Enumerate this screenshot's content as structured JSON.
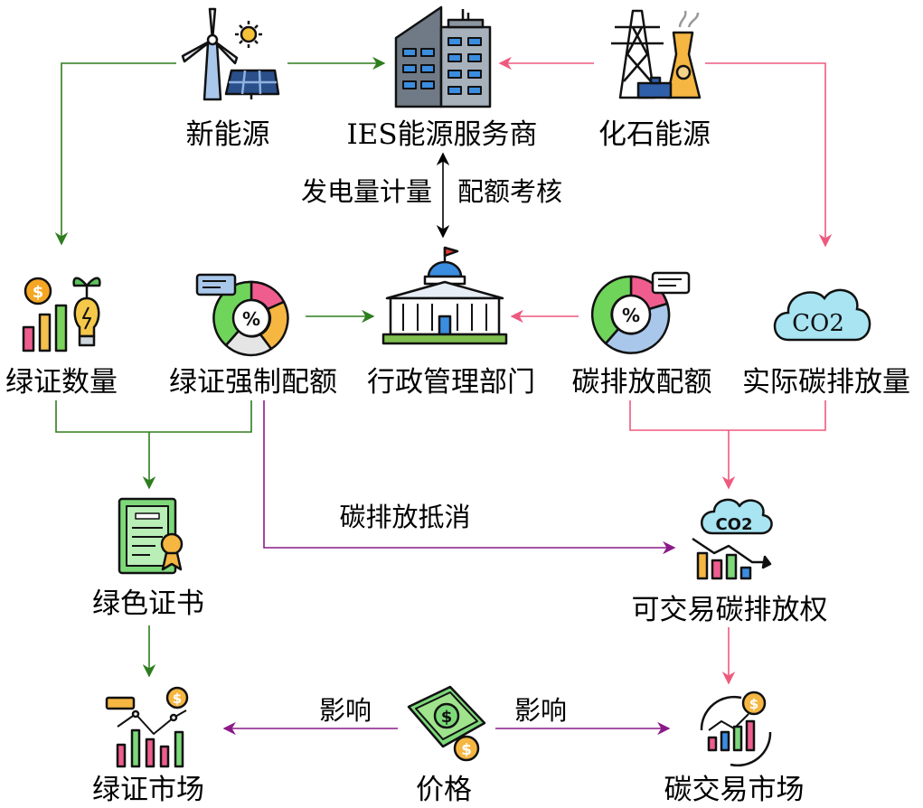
{
  "nodes": {
    "new_energy": "新能源",
    "ies_provider": "IES能源服务商",
    "fossil_energy": "化石能源",
    "green_cert_quantity": "绿证数量",
    "green_cert_quota": "绿证强制配额",
    "admin_dept": "行政管理部门",
    "carbon_quota": "碳排放配额",
    "actual_emission": "实际碳排放量",
    "green_certificate": "绿色证书",
    "tradable_carbon_right": "可交易碳排放权",
    "green_cert_market": "绿证市场",
    "price": "价格",
    "carbon_market": "碳交易市场"
  },
  "edge_labels": {
    "generation_metering": "发电量计量",
    "quota_assessment": "配额考核",
    "carbon_offset": "碳排放抵消",
    "influence_left": "影响",
    "influence_right": "影响"
  },
  "icon_text": {
    "co2_cloud": "CO2",
    "co2_chart": "CO2",
    "percent": "%",
    "dollar": "$"
  },
  "colors": {
    "green_flow": "#2e7d1e",
    "pink_flow": "#ee5a7e",
    "purple_flow": "#8b1a89",
    "black_flow": "#000000"
  }
}
